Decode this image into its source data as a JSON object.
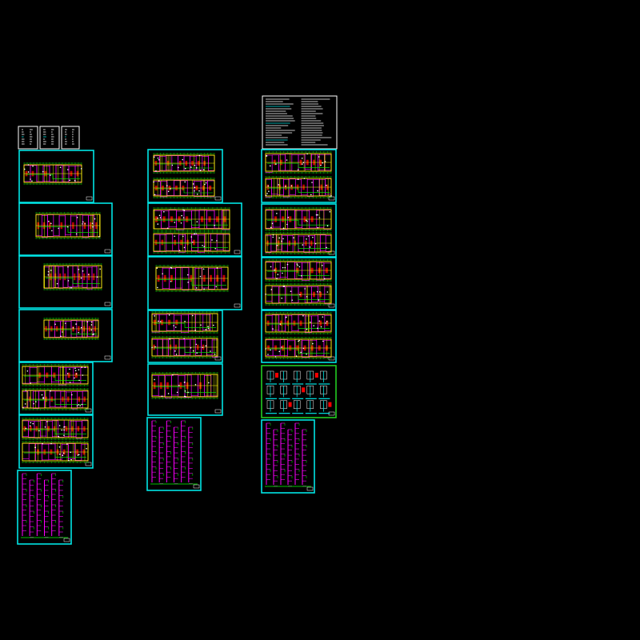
{
  "colors": {
    "background": "#000000",
    "frame": "#00e5e5",
    "frame_green": "#22cc22",
    "wall": "#ffff00",
    "room": "#ff00ff",
    "pipe": "#00ff00",
    "fixture": "#ff0000",
    "annotation": "#ffffff"
  },
  "sheet_kinds": [
    "notes-sheet",
    "floor-plan-single",
    "floor-plan-double",
    "riser-diagram",
    "detail-sheet"
  ]
}
